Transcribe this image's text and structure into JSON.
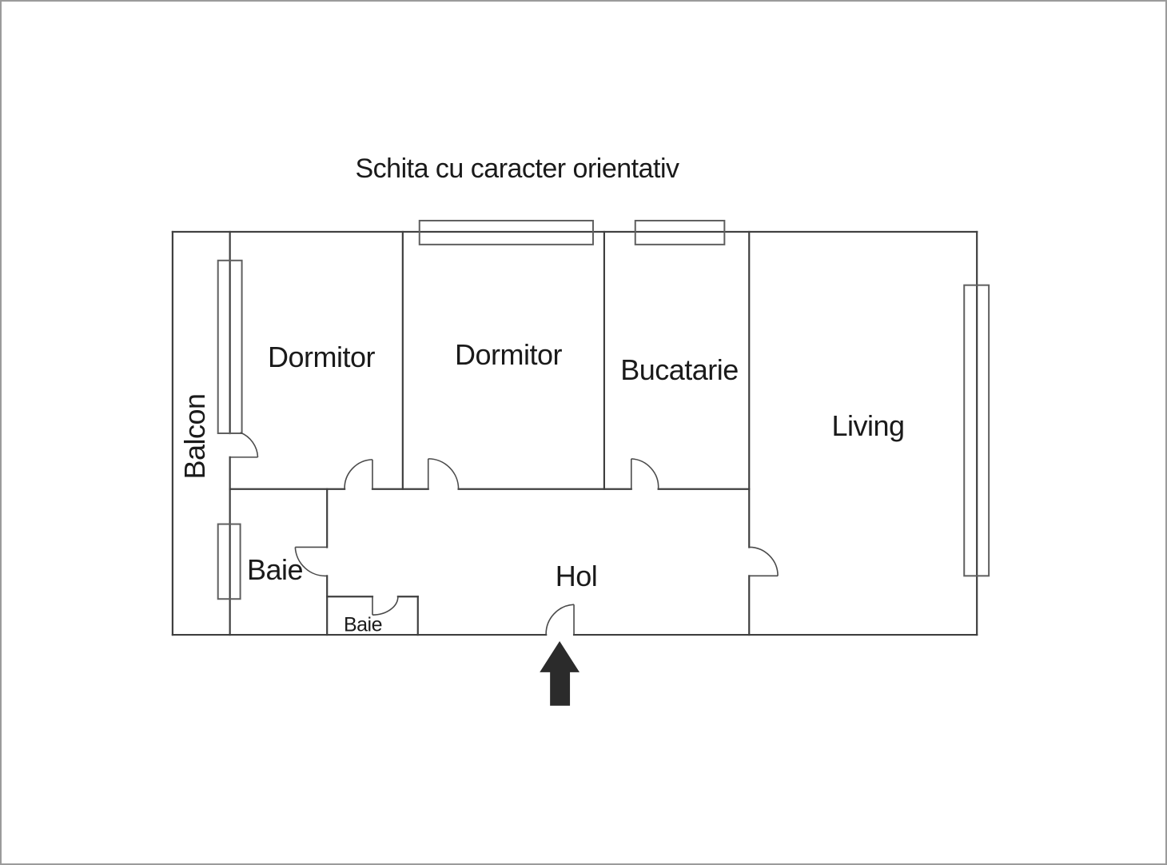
{
  "title": "Schita cu caracter orientativ",
  "rooms": [
    {
      "id": "balcon",
      "label": "Balcon"
    },
    {
      "id": "dormitor-1",
      "label": "Dormitor"
    },
    {
      "id": "dormitor-2",
      "label": "Dormitor"
    },
    {
      "id": "bucatarie",
      "label": "Bucatarie"
    },
    {
      "id": "living",
      "label": "Living"
    },
    {
      "id": "baie-1",
      "label": "Baie"
    },
    {
      "id": "baie-2",
      "label": "Baie"
    },
    {
      "id": "hol",
      "label": "Hol"
    }
  ],
  "entrance": {
    "icon": "entrance-arrow-up-icon"
  },
  "counts": {
    "windows": 5,
    "doors": 8
  },
  "colors": {
    "background": "#ffffff",
    "frame_border": "#9b9b9b",
    "wall": "#3f3f3f",
    "window": "#5f5f5f",
    "door": "#4a4a4a",
    "arrow": "#2b2b2b",
    "text": "#1a1a1a"
  }
}
